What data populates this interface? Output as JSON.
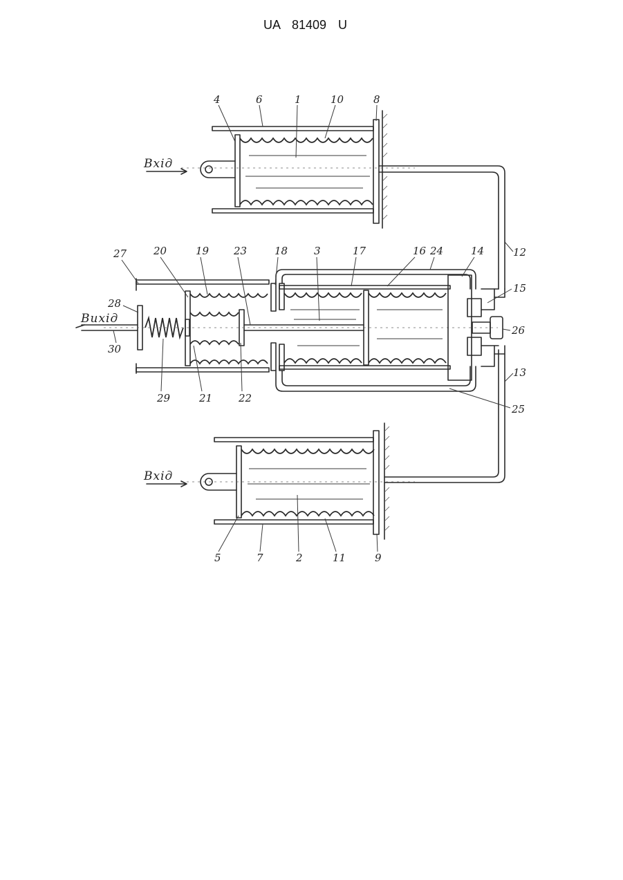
{
  "document": {
    "header": "UA 81409 U"
  },
  "figure": {
    "labels": {
      "input_top": "Вхід",
      "input_bottom": "Вхід",
      "output": "Вихід"
    },
    "part_numbers": [
      "1",
      "2",
      "3",
      "4",
      "5",
      "6",
      "7",
      "8",
      "9",
      "10",
      "11",
      "12",
      "13",
      "14",
      "15",
      "16",
      "17",
      "18",
      "19",
      "20",
      "21",
      "22",
      "23",
      "24",
      "25",
      "26",
      "27",
      "28",
      "29",
      "30"
    ]
  }
}
